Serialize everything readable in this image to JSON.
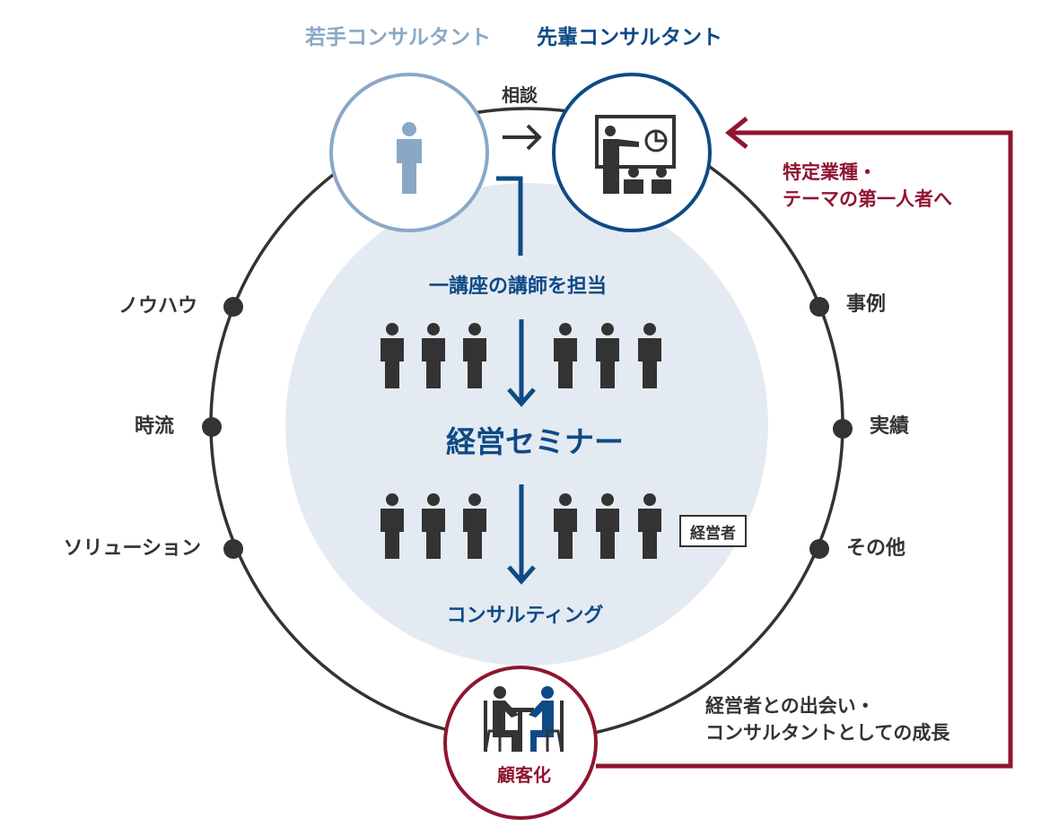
{
  "header": {
    "junior": "若手コンサルタント",
    "senior": "先輩コンサルタント"
  },
  "consult_label": "相談",
  "red_label": {
    "line1": "特定業種・",
    "line2": "テーマの第一人者へ"
  },
  "left_nodes": [
    "ノウハウ",
    "時流",
    "ソリューション"
  ],
  "right_nodes": [
    "事例",
    "実績",
    "その他"
  ],
  "center": {
    "step1": "一講座の講師を担当",
    "seminar": "経営セミナー",
    "executive_tag": "経営者",
    "step3": "コンサルティング"
  },
  "client": {
    "label": "顧客化"
  },
  "growth_label": {
    "line1": "経営者との出会い・",
    "line2": "コンサルタントとしての成長"
  },
  "colors": {
    "dark_blue": "#0e4a86",
    "light_blue": "#8aa8c6",
    "red": "#8f1530",
    "dark": "#333333",
    "pale_circle": "#e4eaf2"
  }
}
